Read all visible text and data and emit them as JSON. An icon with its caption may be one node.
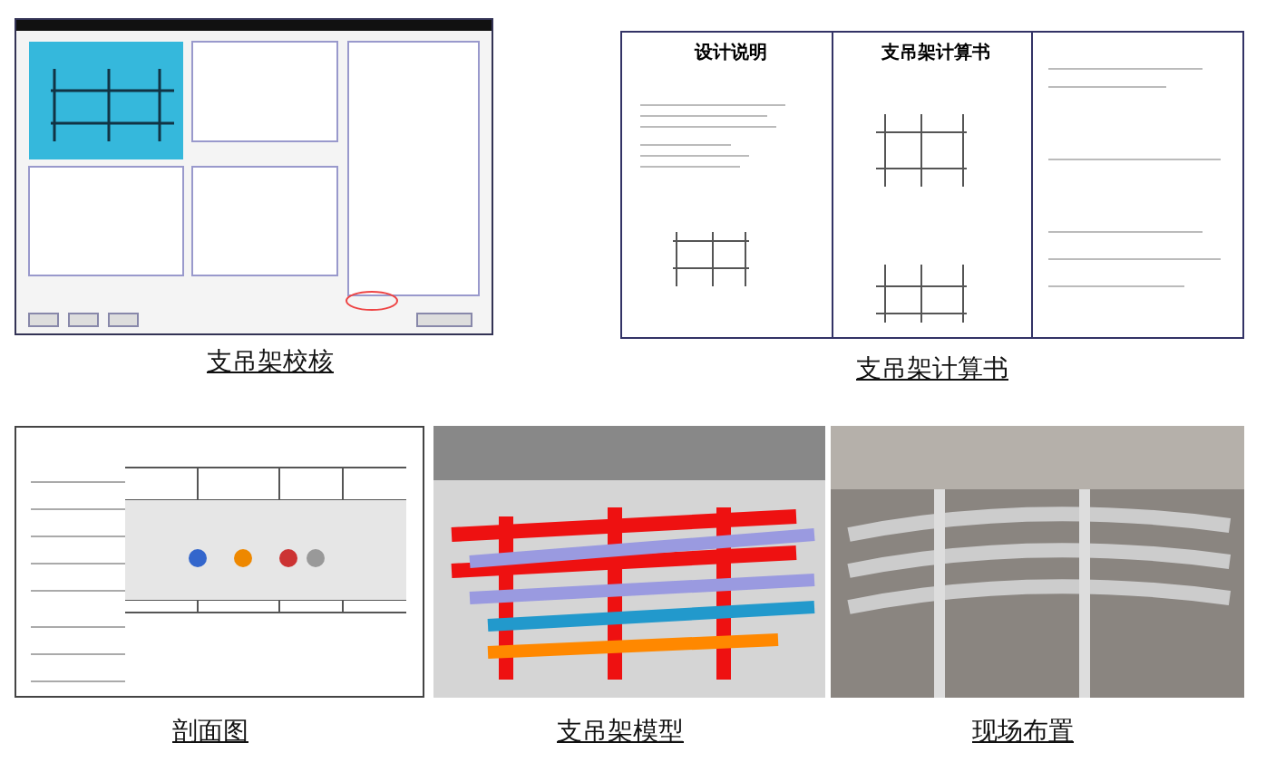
{
  "diagram": {
    "labels": [
      "设计说明",
      "支吊架计算书",
      "支吊架校核",
      "支吊架计算书",
      "剖面图",
      "支吊架模型",
      "现场布置"
    ]
  }
}
